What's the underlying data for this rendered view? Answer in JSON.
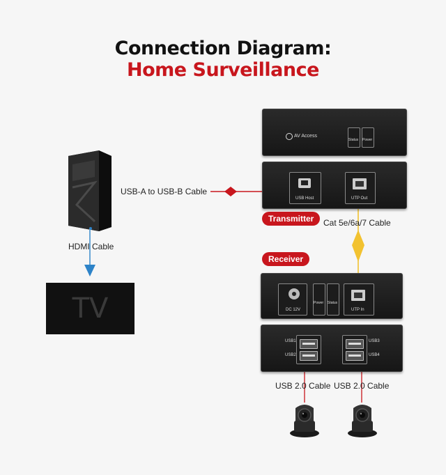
{
  "title_line1": "Connection Diagram:",
  "title_line2": "Home Surveillance",
  "labels": {
    "usb_a_to_b": "USB-A to USB-B Cable",
    "hdmi": "HDMI Cable",
    "cat": "Cat 5e/6a/7 Cable",
    "usb20_left": "USB 2.0 Cable",
    "usb20_right": "USB 2.0 Cable",
    "tv": "TV"
  },
  "badges": {
    "transmitter": "Transmitter",
    "receiver": "Receiver"
  },
  "device_text": {
    "brand": "AV Access",
    "status": "Status",
    "power": "Power",
    "usb_host": "USB Host",
    "utp_out": "UTP Out",
    "dc12v": "DC 12V",
    "utp_in": "UTP In",
    "usb1": "USB1",
    "usb2": "USB2",
    "usb3": "USB3",
    "usb4": "USB4"
  },
  "colors": {
    "red": "#c8161d",
    "blue": "#2d83c8",
    "yellow": "#f2c230"
  }
}
